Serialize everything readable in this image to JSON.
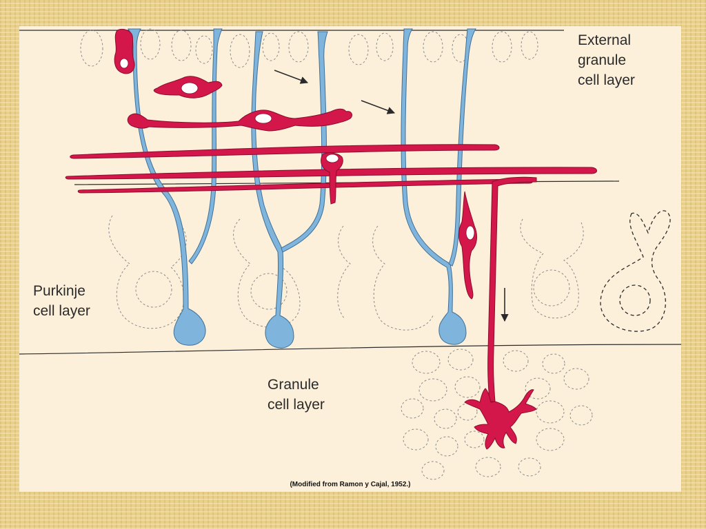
{
  "diagram": {
    "labels": {
      "external_granule_layer": "External\ngranule\ncell layer",
      "purkinje_layer": "Purkinje\ncell layer",
      "granule_layer": "Granule\ncell layer"
    },
    "credit": "(Modified from Ramon y Cajal, 1952.)",
    "colors": {
      "panel": "#fdf0db",
      "migrating_cell": "#d3174a",
      "glial_fiber": "#7fb4dc",
      "outline": "#2a2a2a",
      "dotted": "#8a8a8a"
    },
    "icons": [
      "arrow-icon",
      "arrow-icon",
      "arrow-down-icon"
    ]
  }
}
